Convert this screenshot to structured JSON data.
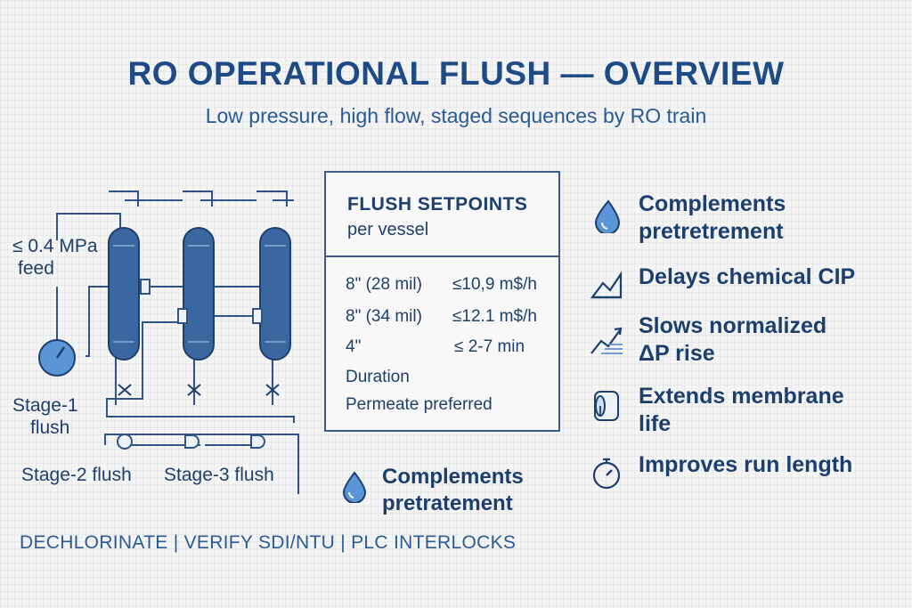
{
  "header": {
    "title": "RO OPERATIONAL FLUSH — OVERVIEW",
    "subtitle": "Low pressure, high flow, staged sequences by RO train"
  },
  "diagram": {
    "feed_pressure": "≤ 0.4 MPa",
    "feed_label": "feed",
    "stage1": [
      "Stage-1",
      "flush"
    ],
    "stage2": "Stage-2 flush",
    "stage3": "Stage-3 flush"
  },
  "setpoints": {
    "title": "FLUSH SETPOINTS",
    "subtitle": "per vessel",
    "rows": [
      {
        "label": "8\" (28 mil)",
        "value": "≤10,9 m$/h"
      },
      {
        "label": "8\" (34 mil)",
        "value": "≤12.1 m$/h"
      },
      {
        "label": "4\"",
        "value": "≤  2-7 min"
      },
      {
        "label": "Duration",
        "value": ""
      },
      {
        "label": "Permeate  preferred",
        "value": ""
      }
    ]
  },
  "middle_benefit": {
    "lines": [
      "Complements",
      "pretratement"
    ],
    "icon": "water-drop-icon"
  },
  "benefits": [
    {
      "lines": [
        "Complements",
        "pretretrement"
      ],
      "icon": "water-drop-icon"
    },
    {
      "lines": [
        "Delays chemical CIP"
      ],
      "icon": "trend-chart-icon"
    },
    {
      "lines": [
        "Slows normalized",
        "ΔP rise"
      ],
      "icon": "rising-line-icon"
    },
    {
      "lines": [
        "Extends membrane",
        "life"
      ],
      "icon": "membrane-roll-icon"
    },
    {
      "lines": [
        "Improves run length"
      ],
      "icon": "stopwatch-icon"
    }
  ],
  "footer": {
    "text": "DECHLORINATE | VERIFY SDI/NTU | PLC INTERLOCKS"
  },
  "colors": {
    "navy": "#1d3f6e",
    "vessel": "#3a679f",
    "accent_light": "#5b95d6"
  }
}
